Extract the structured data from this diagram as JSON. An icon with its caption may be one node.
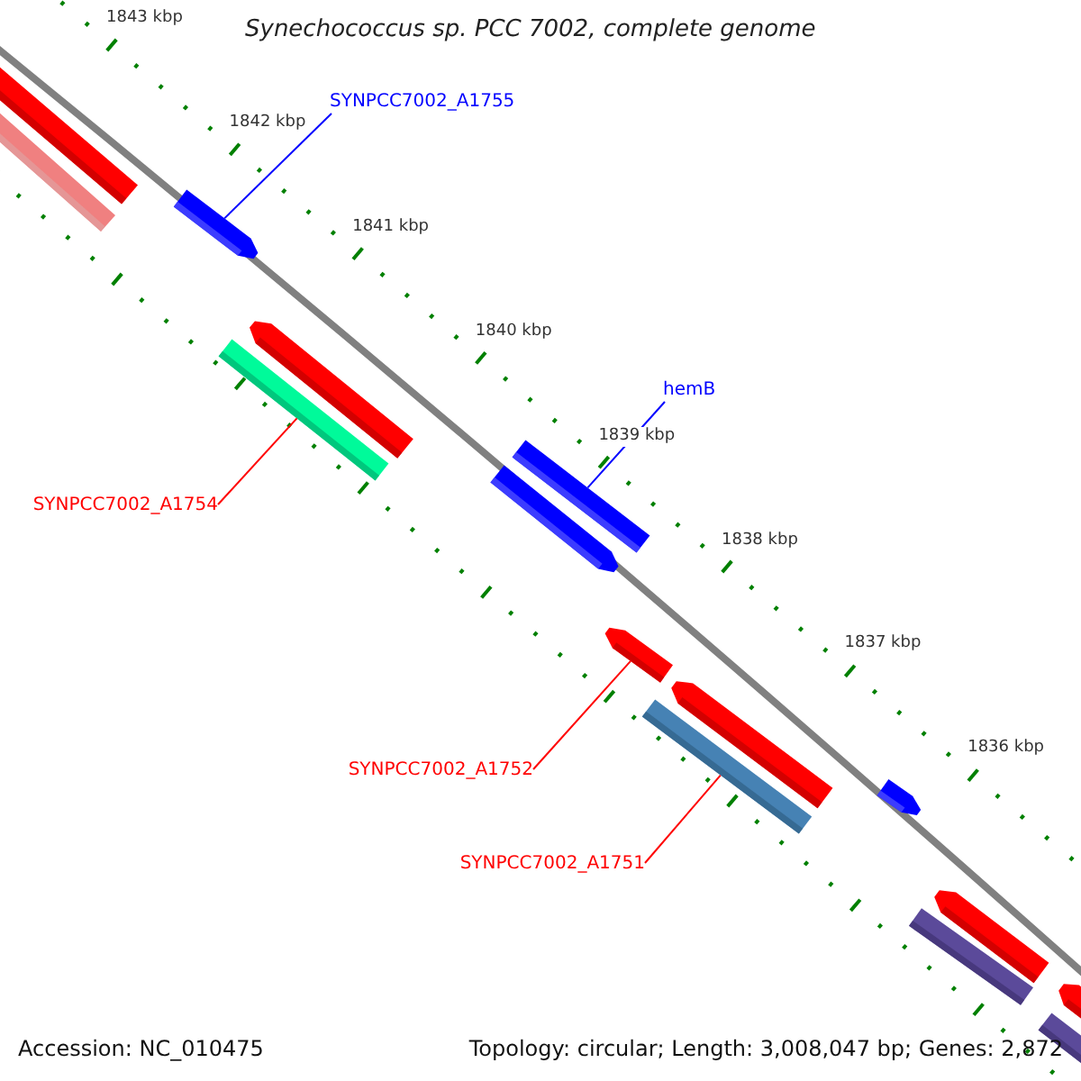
{
  "diagram": {
    "title": "Synechococcus sp. PCC 7002, complete genome",
    "nodes": [
      {
        "text": [
          "SYNPCC7002_A1755"
        ]
      },
      {
        "text": [
          "hemB"
        ]
      },
      {
        "text": [
          "SYNPCC7002_A1754"
        ]
      },
      {
        "text": [
          "SYNPCC7002_A1752"
        ]
      },
      {
        "text": [
          "SYNPCC7002_A1751"
        ]
      },
      {
        "text": [],
        "shape": "bar"
      },
      {
        "text": [],
        "shape": "bar"
      },
      {
        "text": [],
        "shape": "bar"
      },
      {
        "text": [],
        "shape": "bar"
      },
      {
        "text": [],
        "shape": "bar"
      },
      {
        "text": [],
        "shape": "bar"
      },
      {
        "text": [],
        "shape": "bar"
      },
      {
        "text": [],
        "shape": "bar"
      },
      {
        "text": [],
        "shape": "bar"
      },
      {
        "text": [],
        "shape": "bar"
      },
      {
        "text": [],
        "shape": "bar"
      },
      {
        "text": [],
        "shape": "bar"
      },
      {
        "text": [],
        "shape": "bar"
      },
      {
        "text": [],
        "shape": "bar"
      },
      {
        "text": [],
        "shape": "bar"
      }
    ],
    "edges": [
      {
        "from": 0,
        "to": 7,
        "arrow": "none",
        "color": "#0000ff"
      },
      {
        "from": 1,
        "to": 10,
        "arrow": "none",
        "color": "#0000ff"
      },
      {
        "from": 2,
        "to": 9,
        "arrow": "none",
        "color": "#ff0000"
      },
      {
        "from": 3,
        "to": 12,
        "arrow": "none",
        "color": "#ff0000"
      },
      {
        "from": 4,
        "to": 14,
        "arrow": "none",
        "color": "#ff0000"
      }
    ],
    "labels": [
      "1843 kbp",
      "1842 kbp",
      "1841 kbp",
      "1840 kbp",
      "1839 kbp",
      "1838 kbp",
      "1837 kbp",
      "1836 kbp",
      "Accession: NC_010475",
      "Topology: circular; Length: 3,008,047 bp; Genes: 2,872"
    ]
  }
}
